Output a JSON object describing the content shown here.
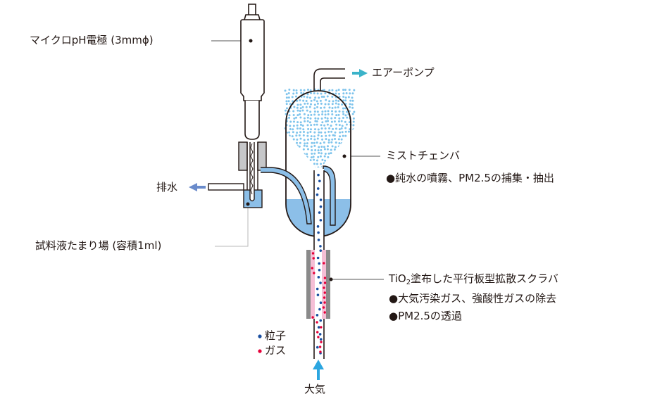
{
  "labels": {
    "electrode": "マイクロpH電極 (3mmϕ)",
    "air_pump": "エアーポンプ",
    "mist_chamber": "ミストチェンバ",
    "mist_chamber_note": "●純水の噴霧、PM2.5の捕集・抽出",
    "drain": "排水",
    "sample_pool": "試料液たまり場 (容積1ml)",
    "scrubber_pre": "TiO",
    "scrubber_sub": "2",
    "scrubber_post": "塗布した平行板型拡散スクラバ",
    "scrubber_note1": "●大気汚染ガス、強酸性ガスの除去",
    "scrubber_note2": "●PM2.5の透過",
    "legend_particle": "粒子",
    "legend_gas": "ガス",
    "air_in": "大気"
  },
  "colors": {
    "particle": "#1a4fa0",
    "gas": "#e60039",
    "liquid": "#8cbfe8",
    "mist": "#7fc4ec",
    "pump_arrow": "#3bb3c9",
    "drain_arrow": "#6a8bcb",
    "air_arrow": "#2ca6e0",
    "scrubber_frame": "#8a8a8a",
    "tio2_coating": "#f5bfd6"
  }
}
